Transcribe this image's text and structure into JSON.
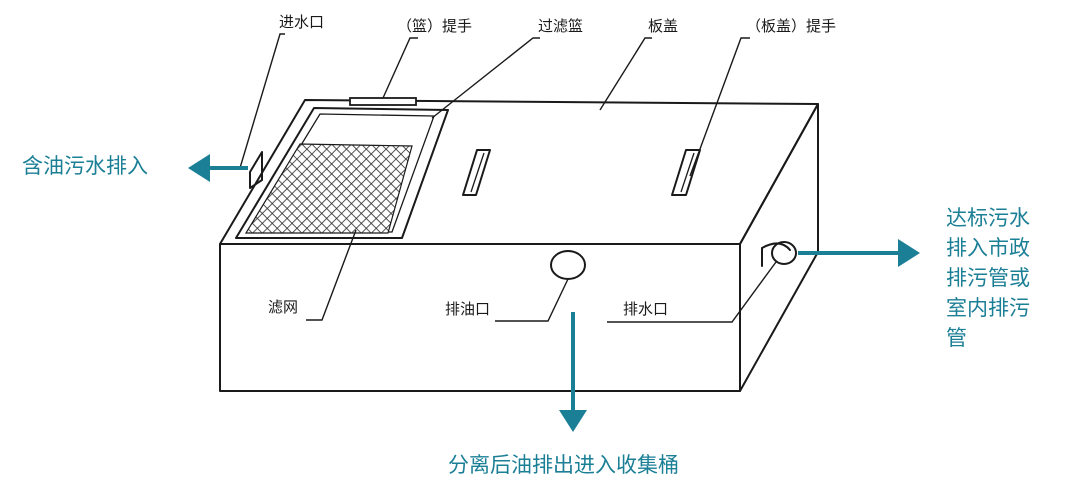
{
  "colors": {
    "flow": "#1b7f96",
    "line": "#1a1a1a",
    "mesh": "#2b2b2b"
  },
  "labels": {
    "inlet": "进水口",
    "basket_handle": "（篮）提手",
    "filter_basket": "过滤篮",
    "cover": "板盖",
    "cover_handle": "（板盖）提手",
    "filter_mesh": "滤网",
    "oil_outlet": "排油口",
    "water_outlet": "排水口"
  },
  "flows": {
    "inflow": "含油污水排入",
    "outflow_lines": [
      "达标污水",
      "排入市政",
      "排污管或",
      "室内排污",
      "管"
    ],
    "oil_collect": "分离后油排出进入收集桶"
  }
}
